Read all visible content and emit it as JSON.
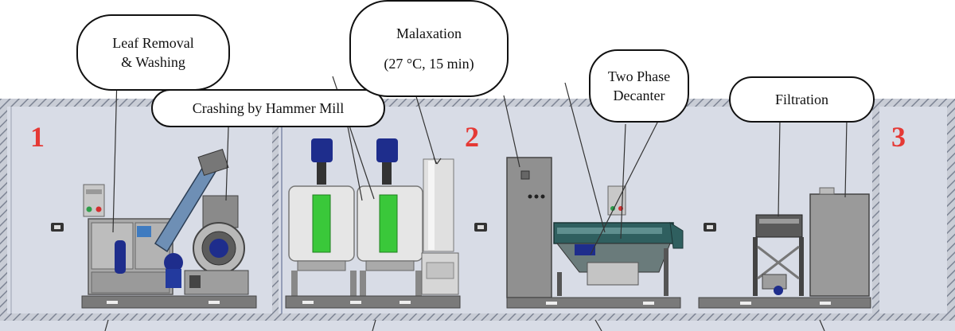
{
  "callouts": {
    "leaf_washing": {
      "line1": "Leaf Removal",
      "line2": "& Washing"
    },
    "hammer_mill": {
      "line1": "Crashing by Hammer Mill"
    },
    "malaxation": {
      "line1": "Malaxation",
      "line2": "(27 °C, 15 min)"
    },
    "decanter": {
      "line1": "Two Phase",
      "line2": "Decanter"
    },
    "filtration": {
      "line1": "Filtration"
    }
  },
  "zones": {
    "z1": "1",
    "z2": "2",
    "z3": "3"
  },
  "colors": {
    "room_fill": "#d8dce6",
    "wall_hatch": "#8e95a6",
    "zone_number": "#e53935",
    "machine_gray": "#8c8c8c",
    "motor_blue": "#1e2d8c",
    "mixer_green": "#3ac83a",
    "decanter_teal": "#2f5f5f"
  }
}
